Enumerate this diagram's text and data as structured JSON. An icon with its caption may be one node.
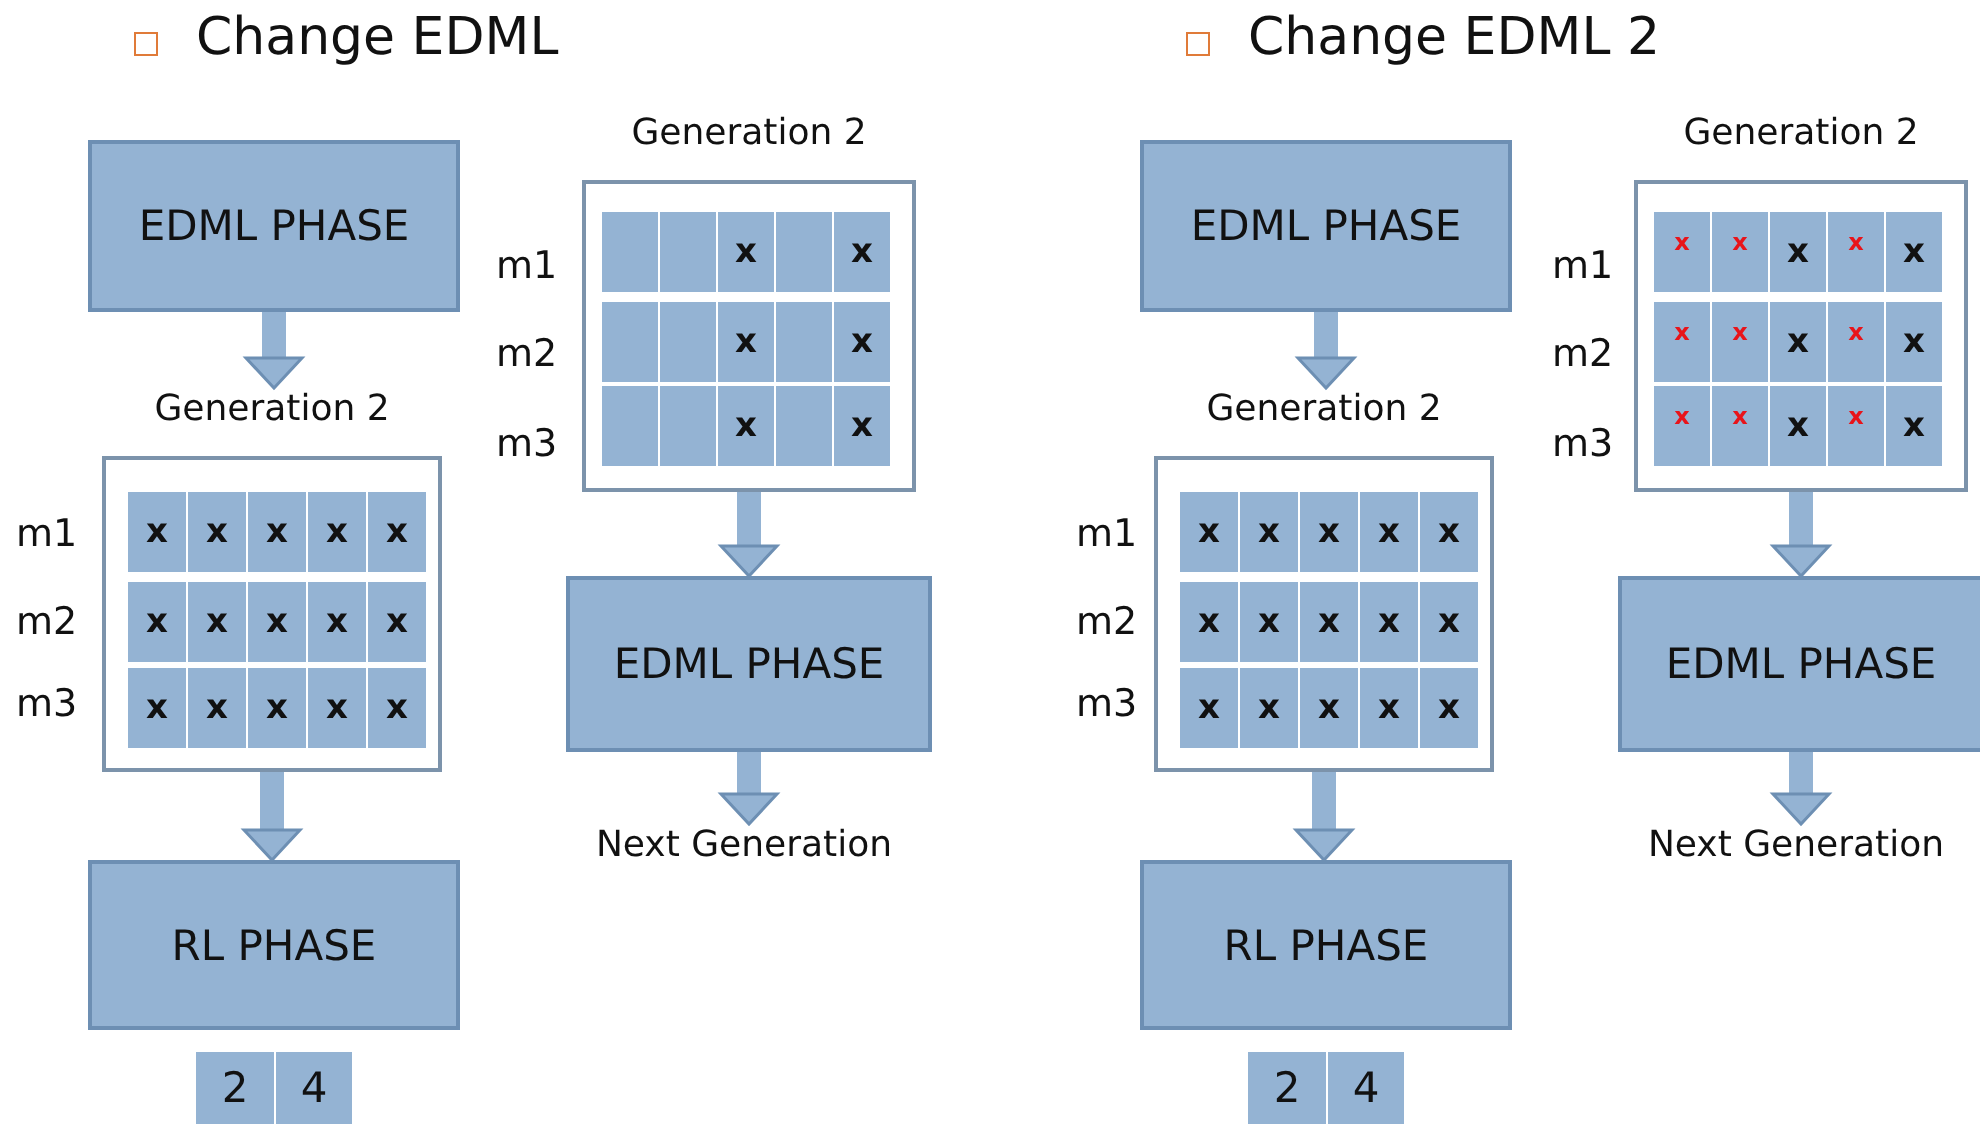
{
  "diagram": {
    "nodes": [
      {
        "text": [
          "EDML PHASE"
        ]
      },
      {
        "text": [
          "Generation 2"
        ]
      },
      {
        "text": [
          "x"
        ],
        "in": 1
      },
      {
        "text": [
          "x"
        ],
        "in": 1
      },
      {
        "text": [
          "x"
        ],
        "in": 1
      },
      {
        "text": [
          "x"
        ],
        "in": 1
      },
      {
        "text": [
          "x"
        ],
        "in": 1
      },
      {
        "text": [
          "x"
        ],
        "in": 1
      },
      {
        "text": [
          "x"
        ],
        "in": 1
      },
      {
        "text": [
          "x"
        ],
        "in": 1
      },
      {
        "text": [
          "x"
        ],
        "in": 1
      },
      {
        "text": [
          "x"
        ],
        "in": 1
      },
      {
        "text": [
          "x"
        ],
        "in": 1
      },
      {
        "text": [
          "x"
        ],
        "in": 1
      },
      {
        "text": [
          "x"
        ],
        "in": 1
      },
      {
        "text": [
          "x"
        ],
        "in": 1
      },
      {
        "text": [
          "x"
        ],
        "in": 1
      },
      {
        "text": [
          "RL PHASE"
        ]
      },
      {
        "text": [
          "2"
        ]
      },
      {
        "text": [
          "4"
        ]
      },
      {
        "text": [
          "Generation 2"
        ]
      },
      {
        "text": [],
        "shape": "box",
        "in": 20
      },
      {
        "text": [],
        "shape": "box",
        "in": 20
      },
      {
        "text": [
          "x"
        ],
        "in": 20
      },
      {
        "text": [],
        "shape": "box",
        "in": 20
      },
      {
        "text": [
          "x"
        ],
        "in": 20
      },
      {
        "text": [],
        "shape": "box",
        "in": 20
      },
      {
        "text": [],
        "shape": "box",
        "in": 20
      },
      {
        "text": [
          "x"
        ],
        "in": 20
      },
      {
        "text": [],
        "shape": "box",
        "in": 20
      },
      {
        "text": [
          "x"
        ],
        "in": 20
      },
      {
        "text": [],
        "shape": "box",
        "in": 20
      },
      {
        "text": [],
        "shape": "box",
        "in": 20
      },
      {
        "text": [
          "x"
        ],
        "in": 20
      },
      {
        "text": [],
        "shape": "box",
        "in": 20
      },
      {
        "text": [
          "x"
        ],
        "in": 20
      },
      {
        "text": [
          "EDML PHASE"
        ]
      },
      {
        "text": [
          "Next Generation"
        ]
      },
      {
        "text": [
          "EDML PHASE"
        ]
      },
      {
        "text": [
          "Generation 2"
        ]
      },
      {
        "text": [
          "x"
        ],
        "in": 39
      },
      {
        "text": [
          "x"
        ],
        "in": 39
      },
      {
        "text": [
          "x"
        ],
        "in": 39
      },
      {
        "text": [
          "x"
        ],
        "in": 39
      },
      {
        "text": [
          "x"
        ],
        "in": 39
      },
      {
        "text": [
          "x"
        ],
        "in": 39
      },
      {
        "text": [
          "x"
        ],
        "in": 39
      },
      {
        "text": [
          "x"
        ],
        "in": 39
      },
      {
        "text": [
          "x"
        ],
        "in": 39
      },
      {
        "text": [
          "x"
        ],
        "in": 39
      },
      {
        "text": [
          "x"
        ],
        "in": 39
      },
      {
        "text": [
          "x"
        ],
        "in": 39
      },
      {
        "text": [
          "x"
        ],
        "in": 39
      },
      {
        "text": [
          "x"
        ],
        "in": 39
      },
      {
        "text": [
          "x"
        ],
        "in": 39
      },
      {
        "text": [
          "RL PHASE"
        ]
      },
      {
        "text": [
          "2"
        ]
      },
      {
        "text": [
          "4"
        ]
      },
      {
        "text": [
          "Generation 2"
        ]
      },
      {
        "text": [
          "x"
        ],
        "in": 58
      },
      {
        "text": [
          "x"
        ],
        "in": 58
      },
      {
        "text": [
          "x"
        ],
        "in": 58
      },
      {
        "text": [
          "x"
        ],
        "in": 58
      },
      {
        "text": [
          "x"
        ],
        "in": 58
      },
      {
        "text": [
          "x"
        ],
        "in": 58
      },
      {
        "text": [
          "x"
        ],
        "in": 58
      },
      {
        "text": [
          "x"
        ],
        "in": 58
      },
      {
        "text": [
          "x"
        ],
        "in": 58
      },
      {
        "text": [
          "x"
        ],
        "in": 58
      },
      {
        "text": [
          "x"
        ],
        "in": 58
      },
      {
        "text": [
          "x"
        ],
        "in": 58
      },
      {
        "text": [
          "x"
        ],
        "in": 58
      },
      {
        "text": [
          "x"
        ],
        "in": 58
      },
      {
        "text": [
          "x"
        ],
        "in": 58
      },
      {
        "text": [
          "EDML PHASE"
        ]
      },
      {
        "text": [
          "Next Generation"
        ]
      }
    ],
    "edges": [
      {
        "from": 0,
        "to": 1,
        "arrow": "to"
      },
      {
        "from": 1,
        "to": 17,
        "arrow": "to"
      },
      {
        "from": 20,
        "to": 36,
        "arrow": "to"
      },
      {
        "from": 36,
        "to": 37,
        "arrow": "to"
      },
      {
        "from": 38,
        "to": 39,
        "arrow": "to"
      },
      {
        "from": 39,
        "to": 55,
        "arrow": "to"
      },
      {
        "from": 58,
        "to": 74,
        "arrow": "to"
      },
      {
        "from": 74,
        "to": 75,
        "arrow": "to"
      }
    ],
    "labels": [
      "Change EDML",
      "m1",
      "m2",
      "m3",
      "m1",
      "m2",
      "m3",
      "Change EDML 2",
      "m1",
      "m2",
      "m3",
      "m1",
      "m2",
      "m3"
    ]
  }
}
